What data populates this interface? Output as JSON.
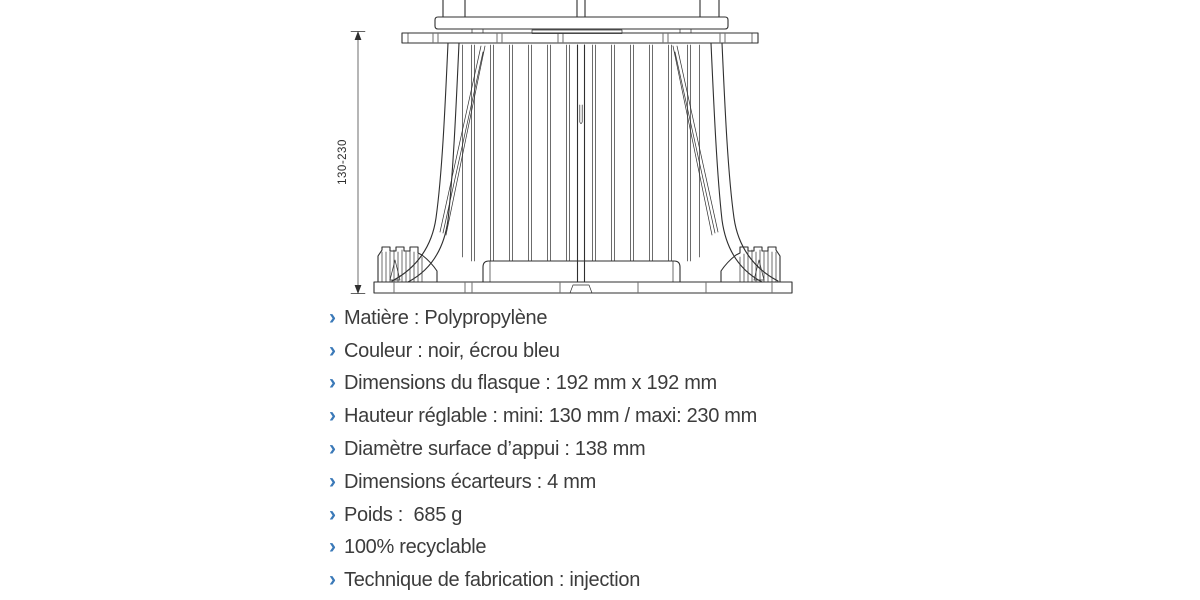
{
  "colors": {
    "background": "#ffffff",
    "accent": "#3a79b8",
    "ink": "#3c3c3c",
    "line": "#2f2f2f"
  },
  "diagram": {
    "dimension_label": "130-230"
  },
  "specs": {
    "bullet_char": "›",
    "items": [
      {
        "text": "Matière : Polypropylène"
      },
      {
        "text": "Couleur : noir, écrou bleu"
      },
      {
        "text": "Dimensions du flasque : 192 mm x 192 mm"
      },
      {
        "text": "Hauteur réglable : mini: 130 mm / maxi: 230 mm"
      },
      {
        "text": "Diamètre surface d’appui : 138 mm"
      },
      {
        "text": "Dimensions écarteurs : 4 mm"
      },
      {
        "text": "Poids :  685 g"
      },
      {
        "text": "100% recyclable"
      },
      {
        "text": "Technique de fabrication : injection"
      }
    ]
  }
}
